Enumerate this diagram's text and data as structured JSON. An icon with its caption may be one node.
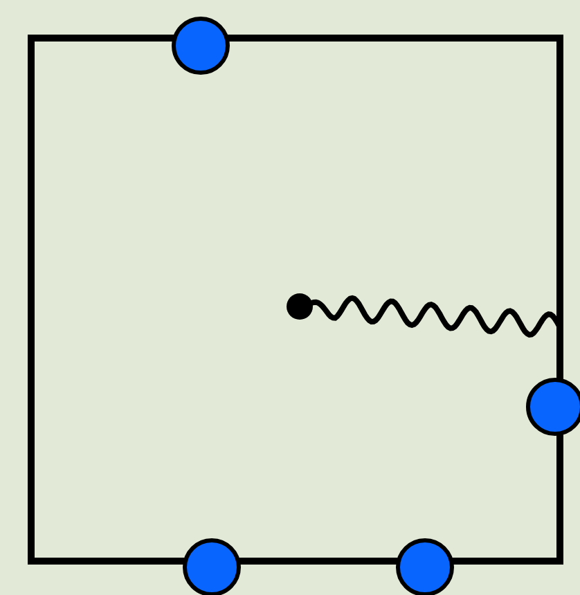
{
  "diagram": {
    "nodes": [
      {
        "text": [],
        "shape": "box"
      },
      {
        "text": [],
        "shape": "circle"
      },
      {
        "text": [],
        "shape": "circle"
      },
      {
        "text": [],
        "shape": "circle"
      },
      {
        "text": [],
        "shape": "circle"
      },
      {
        "text": [],
        "shape": "circle",
        "in": 0
      }
    ],
    "edges": [
      {
        "from": 5,
        "to": 0,
        "arrow": "none"
      }
    ]
  }
}
